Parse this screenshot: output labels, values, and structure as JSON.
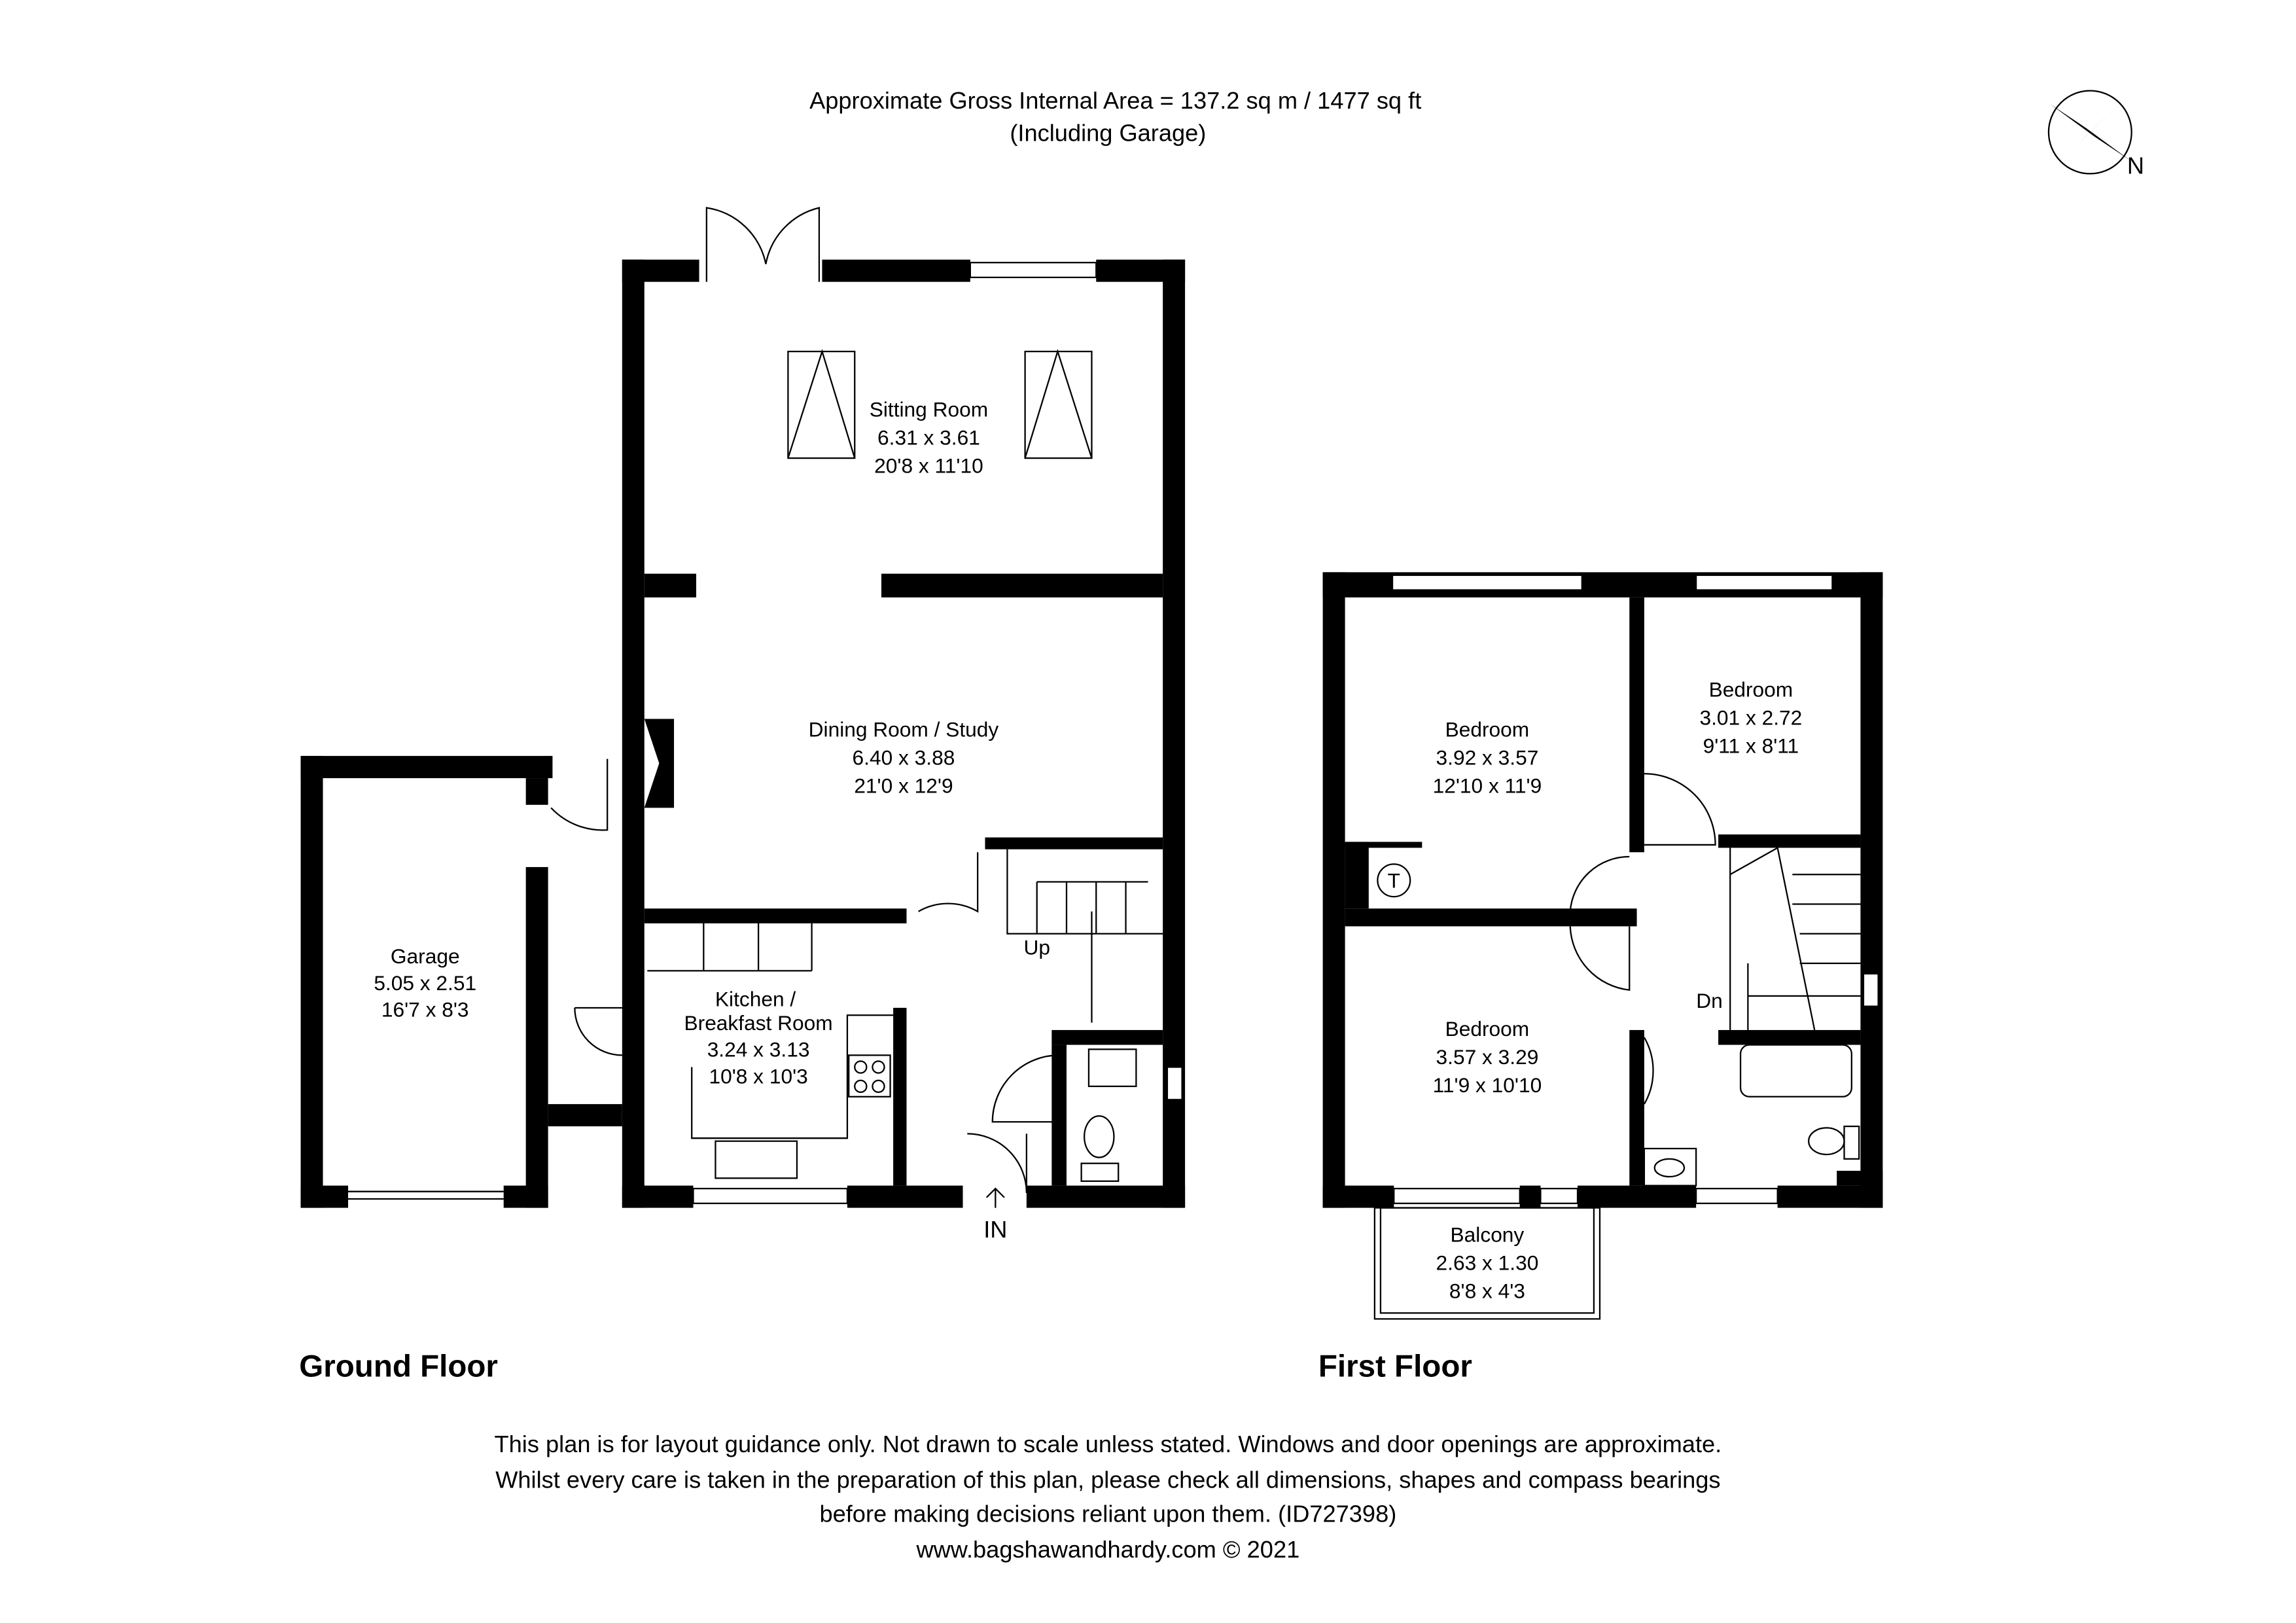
{
  "header": {
    "area": "Approximate Gross Internal Area = 137.2 sq m / 1477 sq ft",
    "note": "(Including Garage)"
  },
  "compass": {
    "icon": "compass-rose-icon",
    "label": "N"
  },
  "ground_floor": {
    "title": "Ground Floor",
    "rooms": [
      {
        "name": "Sitting Room",
        "metric": "6.31 x 3.61",
        "imperial": "20'8 x 11'10"
      },
      {
        "name": "Dining Room / Study",
        "metric": "6.40 x 3.88",
        "imperial": "21'0 x 12'9"
      },
      {
        "name_line1": "Kitchen /",
        "name_line2": "Breakfast Room",
        "metric": "3.24 x 3.13",
        "imperial": "10'8 x 10'3"
      },
      {
        "name": "Garage",
        "metric": "5.05 x 2.51",
        "imperial": "16'7 x 8'3"
      }
    ],
    "stairs_label": "Up",
    "entrance_label": "IN"
  },
  "first_floor": {
    "title": "First Floor",
    "rooms": [
      {
        "name": "Bedroom",
        "metric": "3.92 x 3.57",
        "imperial": "12'10 x 11'9"
      },
      {
        "name": "Bedroom",
        "metric": "3.01 x 2.72",
        "imperial": "9'11 x 8'11"
      },
      {
        "name": "Bedroom",
        "metric": "3.57 x 3.29",
        "imperial": "11'9 x 10'10"
      },
      {
        "name": "Balcony",
        "metric": "2.63 x 1.30",
        "imperial": "8'8 x 4'3"
      }
    ],
    "stairs_label": "Dn",
    "tank_label": "T"
  },
  "footer": {
    "line1": "This plan is for layout guidance only. Not drawn to scale unless stated. Windows and door openings are approximate.",
    "line2": "Whilst every care is taken in the preparation of this plan, please check all dimensions, shapes and compass bearings",
    "line3": "before making decisions reliant upon them. (ID727398)",
    "line4": "www.bagshawandhardy.com © 2021"
  }
}
